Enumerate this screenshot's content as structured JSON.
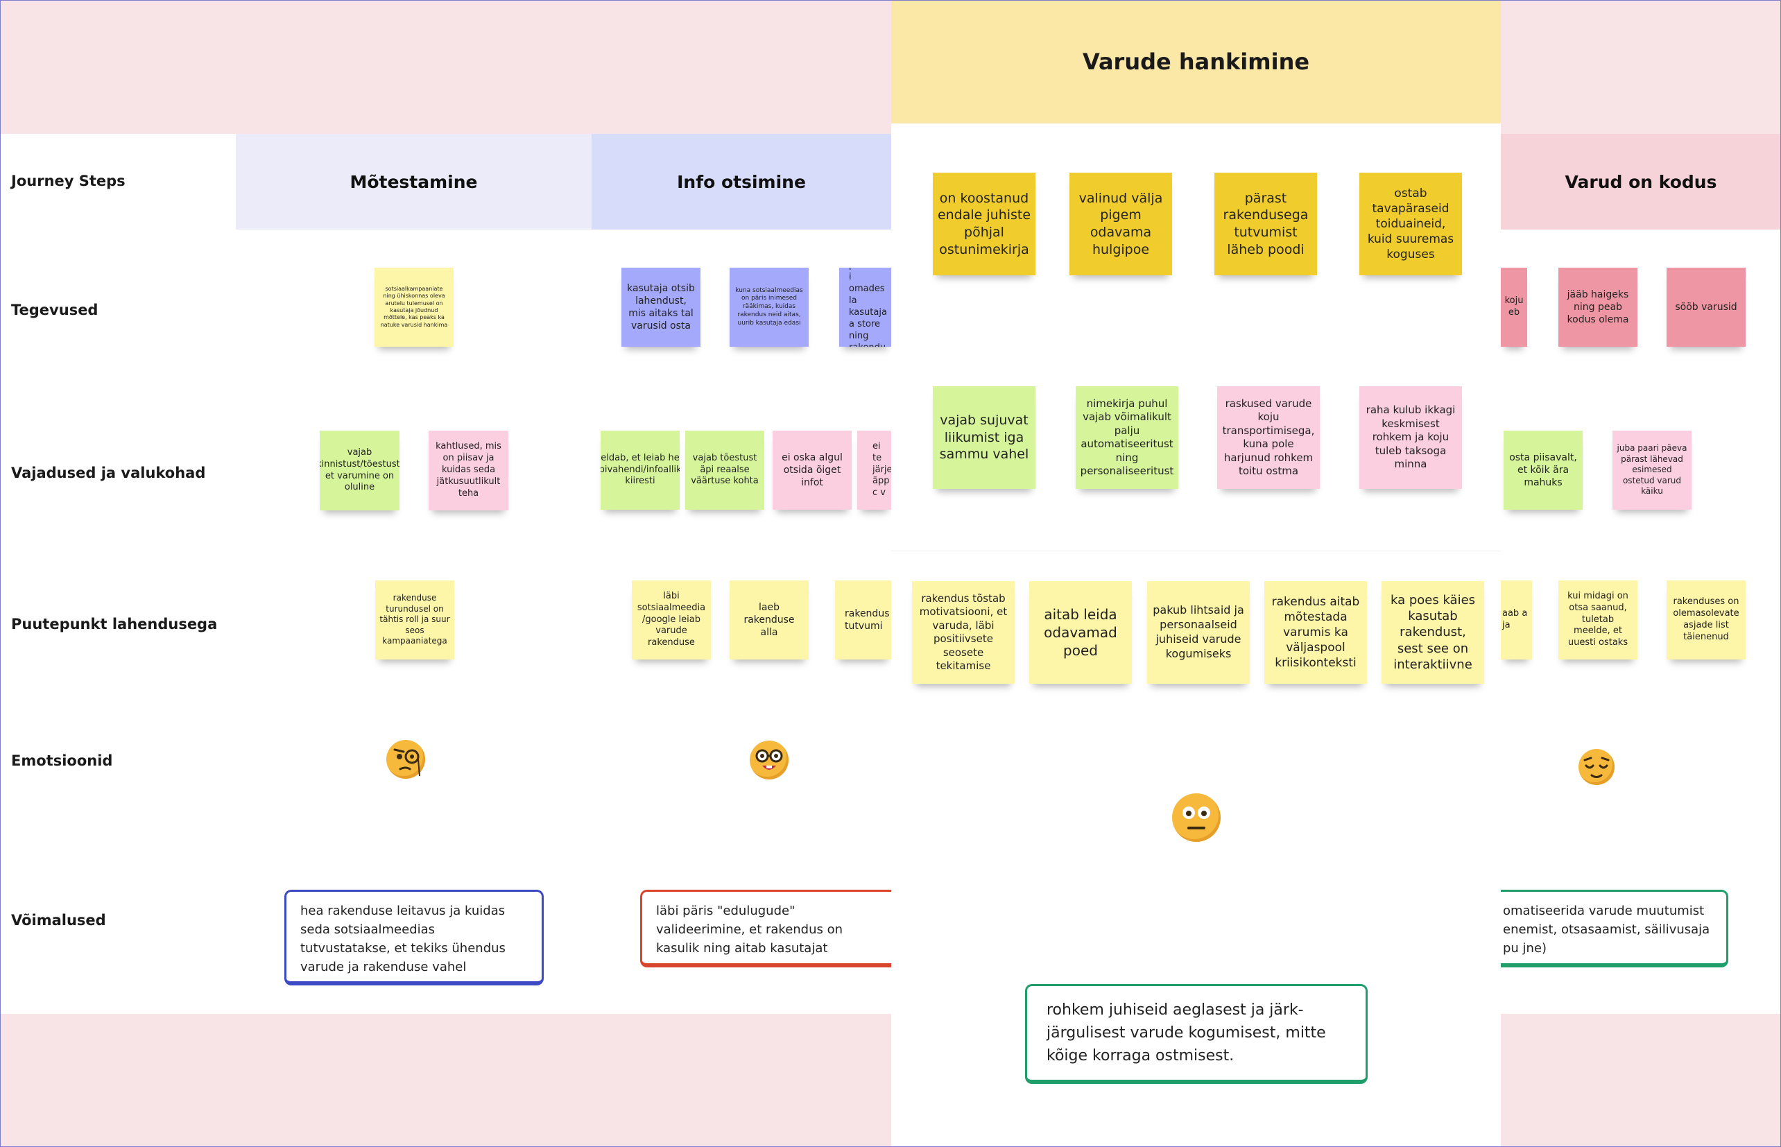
{
  "rows": {
    "journey_steps": "Journey Steps",
    "tegevused": "Tegevused",
    "vajadused": "Vajadused ja valukohad",
    "puutepunkt": "Puutepunkt lahendusega",
    "emotsioonid": "Emotsioonid",
    "voimalused": "Võimalused"
  },
  "steps": {
    "motestamine": "Mõtestamine",
    "info_otsimine": "Info otsimine",
    "varude_hankimine": "Varude hankimine",
    "varud_kodus": "Varud on kodus"
  },
  "colors": {
    "band_pink": "#f8e3e6",
    "motestamine_header": "#ebebf9",
    "info_header": "#d8dcfb",
    "hankimine_header": "#fbe8a6",
    "kodus_header": "#f6d3d9",
    "yellow_note": "#fdf5a8",
    "gold_note": "#f0cd2c",
    "green_note": "#d6f59a",
    "pink_note": "#fbcfdf",
    "purple_note": "#a4a9fb",
    "red_note": "#ef96a4"
  },
  "motestamine": {
    "tegevused": [
      "sotsiaalkampaaniate ning ühiskonnas oleva arutelu tulemusel on kasutaja jõudnud mõttele, kas peaks ka natuke varusid hankima"
    ],
    "vajadused": [
      "vajab kinnistust/tõestust, et varumine on oluline",
      "kahtlused, mis on piisav ja kuidas seda jätkusuutlikult teha"
    ],
    "puutepunkt": [
      "rakenduse turundusel on tähtis roll ja suur seos kampaaniatega"
    ],
    "emotion_icon": "monocle-face-icon",
    "voimalus": "hea rakenduse leitavus ja kuidas seda sotsiaalmeedias tutvustatakse, et tekiks ühendus varude ja rakenduse vahel",
    "voimalus_border": "#3b49c4"
  },
  "info_otsimine": {
    "tegevused": [
      "kasutaja otsib lahendust, mis aitaks tal varusid osta",
      "kuna sotsiaalmeedias on päris inimesed rääkimas, kuidas rakendus neid aitas, uurib kasutaja edasi",
      "piisavalt i omades la kasutaja a store ning rakendu"
    ],
    "vajadused": [
      "eeldab, et leiab hea abivahendi/infoallika kiiresti",
      "vajab tõestust äpi reaalse väärtuse kohta",
      "ei oska algul otsida õiget infot",
      "ei te järje äpp c v"
    ],
    "puutepunkt": [
      "läbi sotsiaalmeedia /google leiab varude rakenduse",
      "laeb rakenduse alla",
      "rakendus tutvumi"
    ],
    "emotion_icon": "nerd-face-icon",
    "voimalus": "läbi päris \"edulugude\" valideerimine, et rakendus on kasulik ning aitab kasutajat",
    "voimalus_border": "#d9452b"
  },
  "varude_hankimine": {
    "tegevused": [
      "on koostanud endale juhiste põhjal ostunimekirja",
      "valinud välja pigem odavama hulgipoe",
      "pärast rakendusega tutvumist läheb poodi",
      "ostab tavapäraseid toiduaineid, kuid suuremas koguses"
    ],
    "vajadused": [
      "vajab sujuvat liikumist iga sammu vahel",
      "nimekirja puhul vajab võimalikult palju automatiseeritust ning personaliseeritust",
      "raskused varude koju transportimisega, kuna pole harjunud rohkem toitu ostma",
      "raha kulub ikkagi keskmisest rohkem ja koju tuleb taksoga minna"
    ],
    "puutepunkt": [
      "rakendus tõstab motivatsiooni, et varuda, läbi positiivsete seosete tekitamise",
      "aitab leida odavamad poed",
      "pakub lihtsaid ja personaalseid juhiseid varude kogumiseks",
      "rakendus aitab mõtestada varumis ka väljaspool kriisikonteksti",
      "ka poes käies kasutab rakendust, sest see on interaktiivne"
    ],
    "emotion_icon": "neutral-face-icon",
    "voimalus": "rohkem juhiseid aeglasest ja järk-järgulisest varude kogumisest, mitte kõige korraga ostmisest.",
    "voimalus_border": "#1f9e6b"
  },
  "varud_kodus": {
    "tegevused": [
      "koju eb",
      "jääb haigeks ning peab kodus olema",
      "sööb varusid"
    ],
    "vajadused": [
      "osta piisavalt, et kõik ära mahuks",
      "juba paari päeva pärast lähevad esimesed ostetud varud käiku"
    ],
    "puutepunkt": [
      "aab a ja",
      "kui midagi on otsa saanud, tuletab meelde, et uuesti ostaks",
      "rakenduses on olemasolevate asjade list täienenud"
    ],
    "emotion_icon": "relieved-face-icon",
    "voimalus": "omatiseerida varude muutumist enemist, otsasaamist, säilivusaja pu jne)",
    "voimalus_border": "#1f9e6b"
  }
}
